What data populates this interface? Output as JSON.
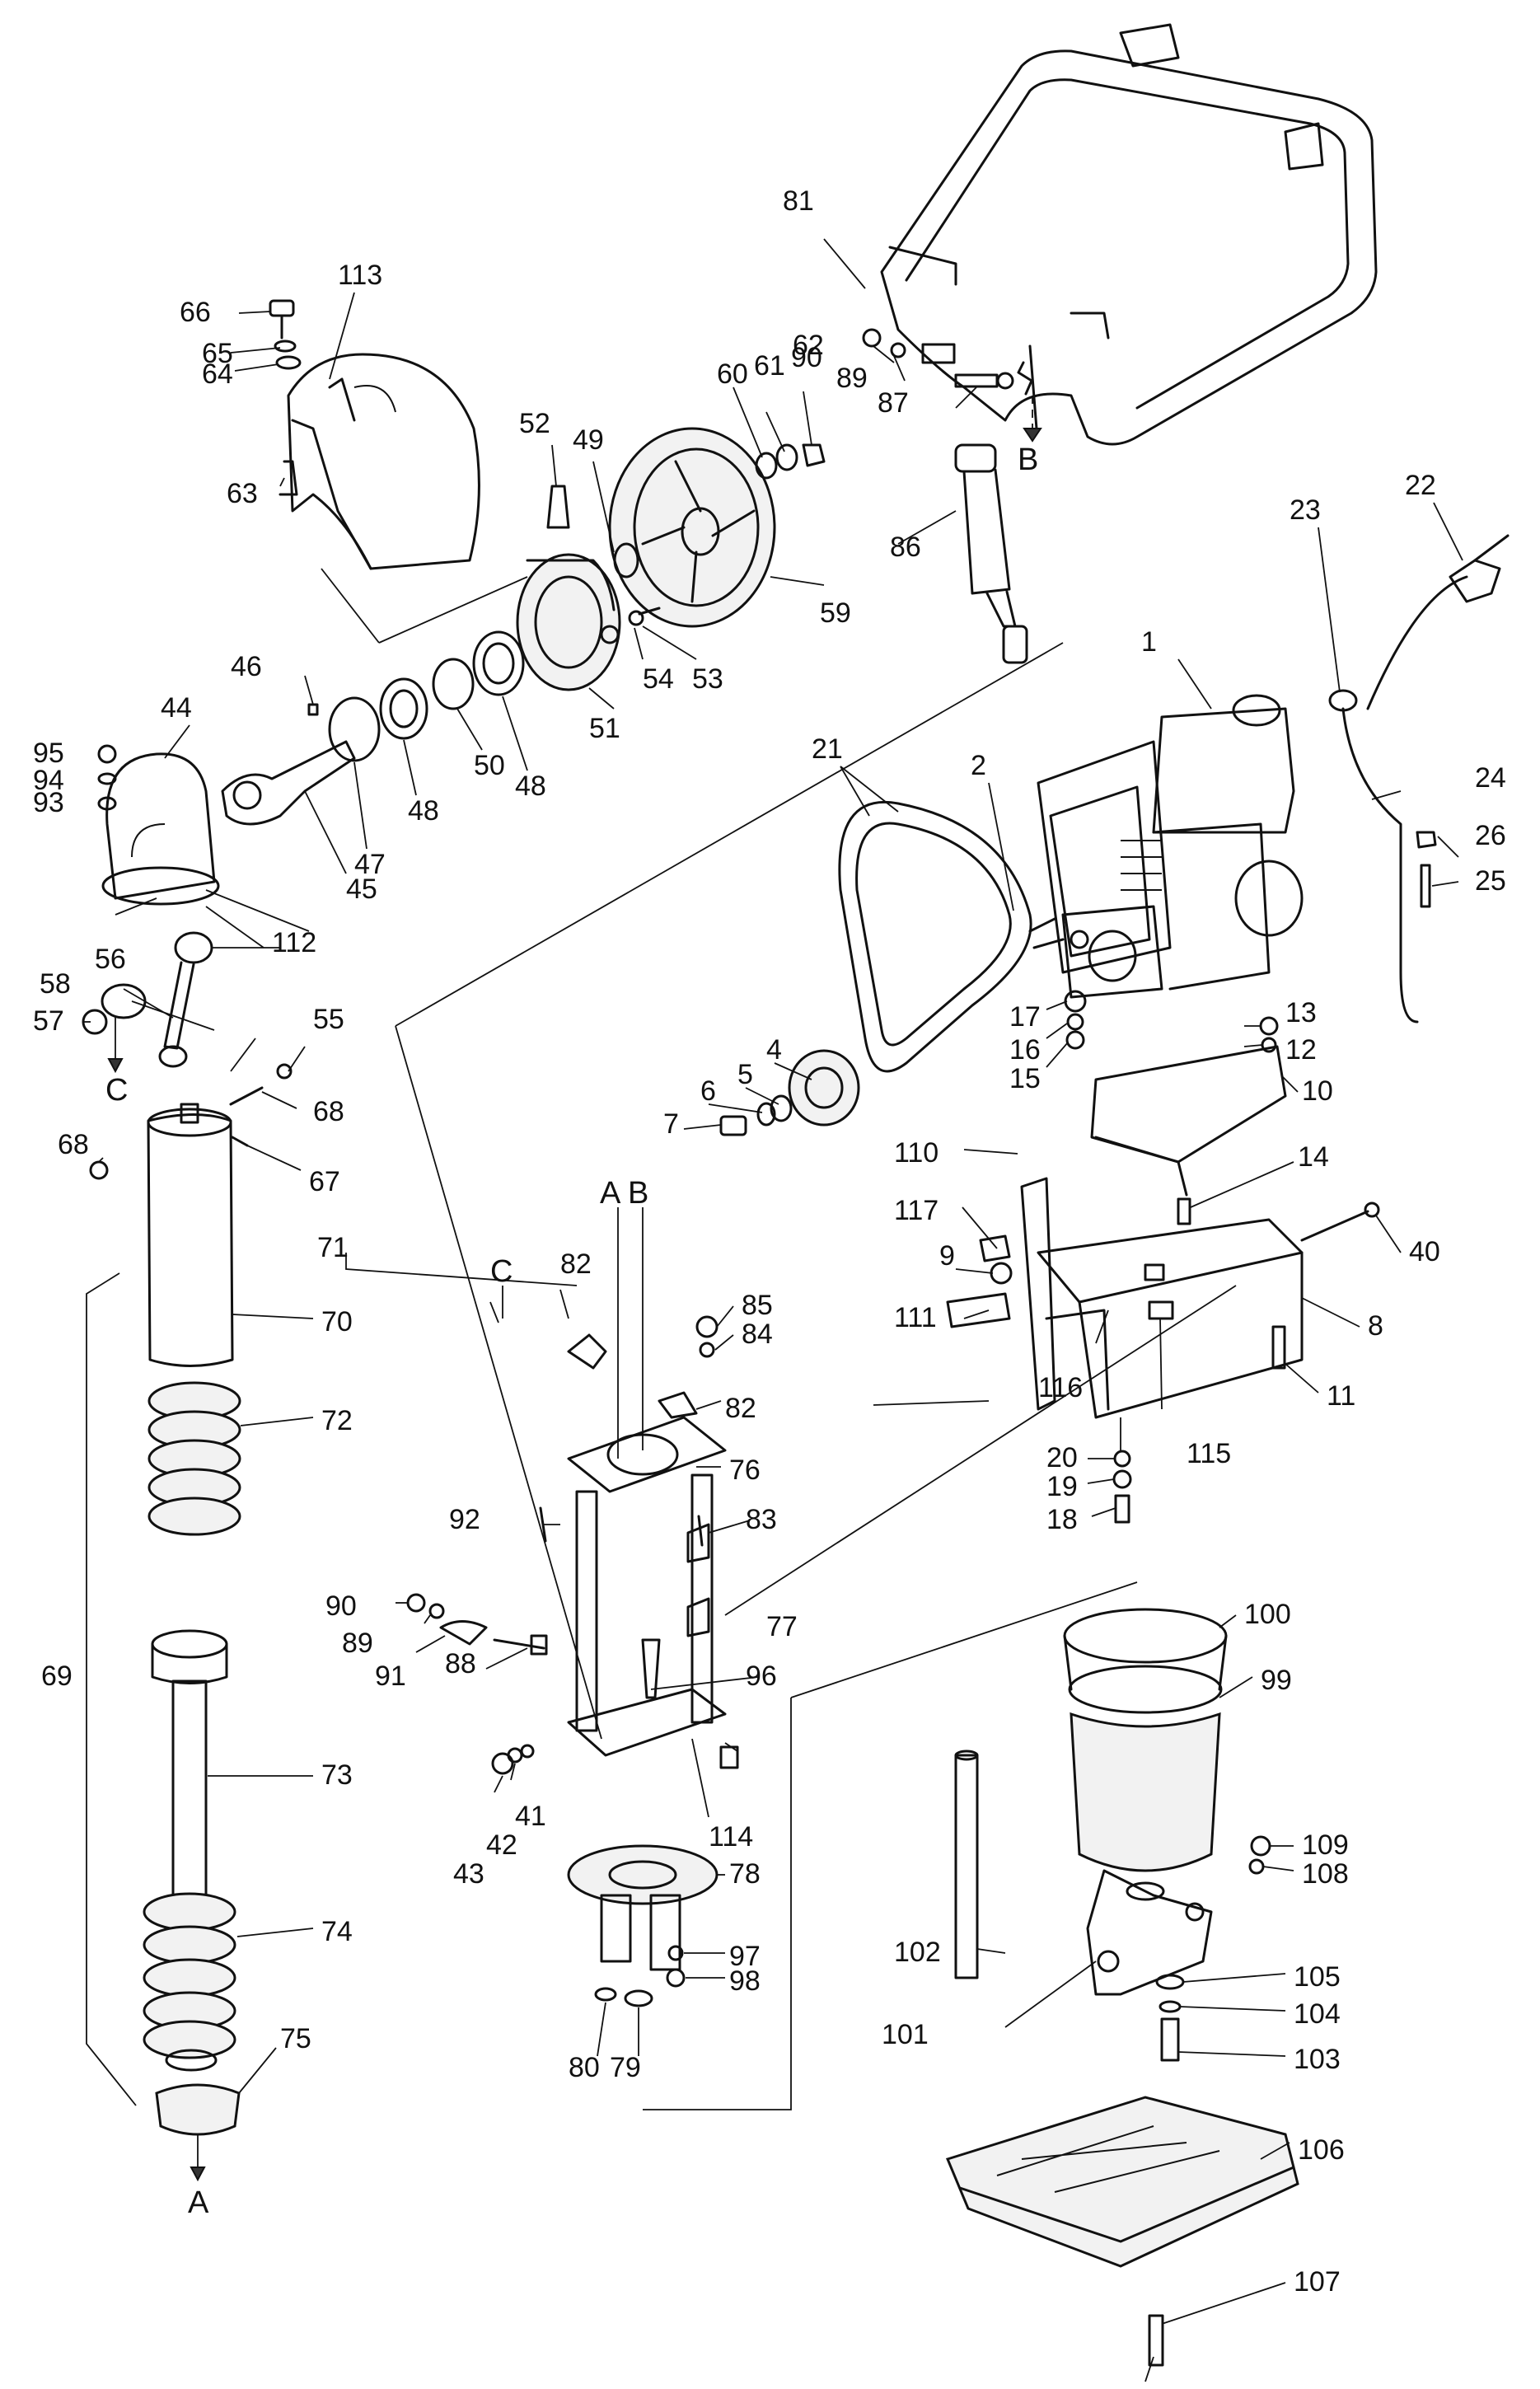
{
  "ref_marks": [
    "A",
    "B",
    "C"
  ],
  "labels": {
    "p1": "1",
    "p2": "2",
    "p4": "4",
    "p5": "5",
    "p6": "6",
    "p7": "7",
    "p8": "8",
    "p9": "9",
    "p10": "10",
    "p11": "11",
    "p12": "12",
    "p13": "13",
    "p14": "14",
    "p15": "15",
    "p16": "16",
    "p17": "17",
    "p18": "18",
    "p19": "19",
    "p20": "20",
    "p21": "21",
    "p22": "22",
    "p23": "23",
    "p24": "24",
    "p25": "25",
    "p26": "26",
    "p40": "40",
    "p41": "41",
    "p42": "42",
    "p43": "43",
    "p44": "44",
    "p45": "45",
    "p46": "46",
    "p47": "47",
    "p48a": "48",
    "p48b": "48",
    "p49": "49",
    "p50": "50",
    "p51": "51",
    "p52": "52",
    "p53": "53",
    "p54": "54",
    "p55": "55",
    "p56": "56",
    "p57": "57",
    "p58": "58",
    "p59": "59",
    "p60": "60",
    "p61": "61",
    "p62": "62",
    "p63": "63",
    "p64": "64",
    "p65": "65",
    "p66": "66",
    "p67": "67",
    "p68a": "68",
    "p68b": "68",
    "p69": "69",
    "p70": "70",
    "p71": "71",
    "p72": "72",
    "p73": "73",
    "p74": "74",
    "p75": "75",
    "p76": "76",
    "p77": "77",
    "p78": "78",
    "p79": "79",
    "p80": "80",
    "p81": "81",
    "p82a": "82",
    "p82b": "82",
    "p83": "83",
    "p84": "84",
    "p85": "85",
    "p86": "86",
    "p87": "87",
    "p88": "88",
    "p89a": "89",
    "p89b": "89",
    "p90a": "90",
    "p90b": "90",
    "p91": "91",
    "p92": "92",
    "p93": "93",
    "p94": "94",
    "p95": "95",
    "p96": "96",
    "p97": "97",
    "p98": "98",
    "p99": "99",
    "p100": "100",
    "p101": "101",
    "p102": "102",
    "p103": "103",
    "p104": "104",
    "p105": "105",
    "p106": "106",
    "p107": "107",
    "p108": "108",
    "p109": "109",
    "p110": "110",
    "p111": "111",
    "p112": "112",
    "p113": "113",
    "p114": "114",
    "p115": "115",
    "p116": "116",
    "p117": "117"
  }
}
